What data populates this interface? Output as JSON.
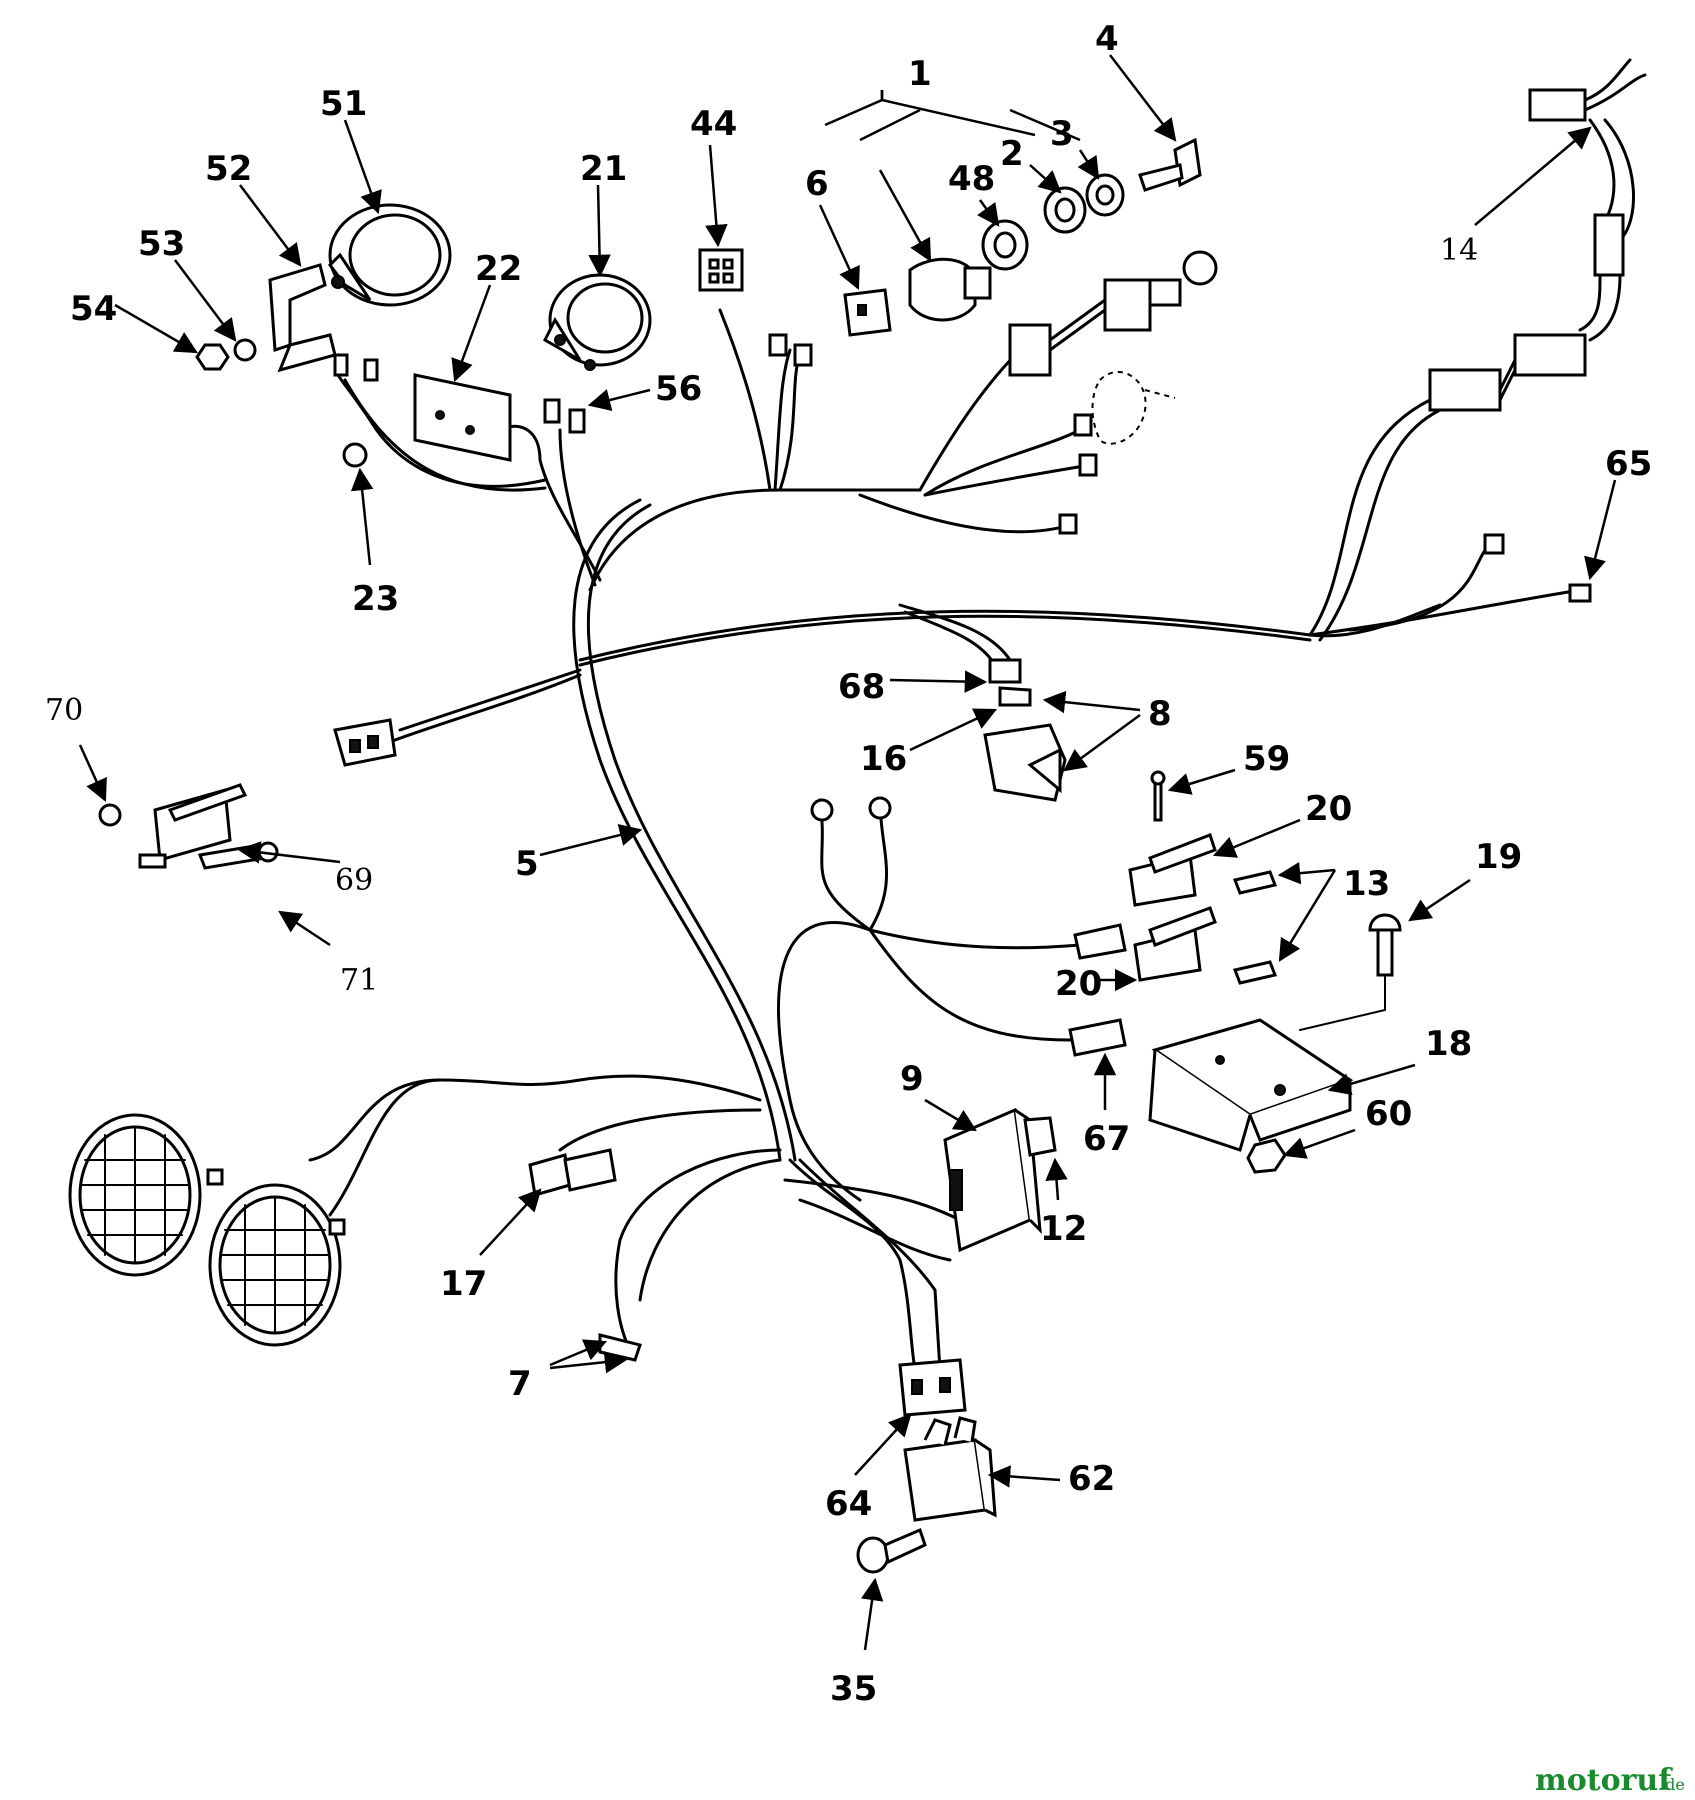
{
  "callouts": {
    "n1": "1",
    "n2": "2",
    "n3": "3",
    "n4": "4",
    "n5": "5",
    "n6": "6",
    "n7": "7",
    "n8": "8",
    "n9": "9",
    "n12": "12",
    "n13": "13",
    "n14": "14",
    "n16": "16",
    "n17": "17",
    "n18": "18",
    "n19": "19",
    "n20a": "20",
    "n20b": "20",
    "n21": "21",
    "n22": "22",
    "n23": "23",
    "n35": "35",
    "n44": "44",
    "n48": "48",
    "n51": "51",
    "n52": "52",
    "n53": "53",
    "n54": "54",
    "n56": "56",
    "n59": "59",
    "n60": "60",
    "n62": "62",
    "n64": "64",
    "n65": "65",
    "n67": "67",
    "n68": "68",
    "n69": "69",
    "n70": "70",
    "n71": "71"
  },
  "watermark": {
    "brand": "motoruf",
    "suffix": ".de",
    "color": "#1a8a2e"
  }
}
